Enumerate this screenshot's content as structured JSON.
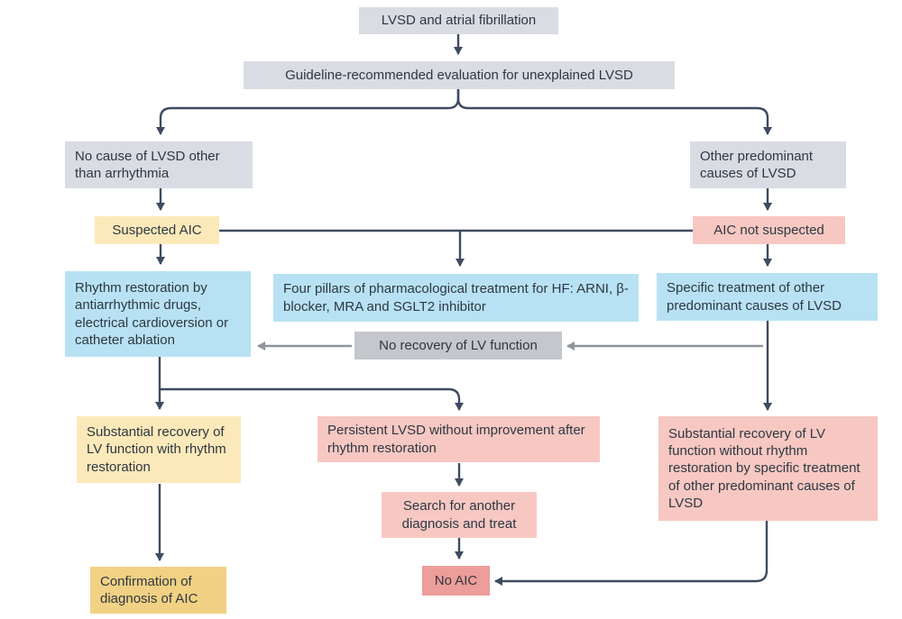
{
  "diagram_type": "flowchart",
  "colors": {
    "background": "#ffffff",
    "box_gray": "#d9dce2",
    "box_gray_dark": "#c5c7cd",
    "box_blue": "#b8e2f4",
    "box_yellow": "#fce9ba",
    "box_gold": "#f1d183",
    "box_pink": "#f7c8c2",
    "box_pink_dark": "#ed9d9a",
    "arrow_dark": "#3e4b61",
    "arrow_gray": "#8f949c",
    "text": "#2e3742"
  },
  "nodes": {
    "top1": {
      "label": "LVSD and atrial fibrillation",
      "color": "gray"
    },
    "top2": {
      "label": "Guideline-recommended evaluation for unexplained LVSD",
      "color": "gray"
    },
    "no_cause": {
      "label": "No cause of LVSD other than arrhythmia",
      "color": "gray"
    },
    "other_causes": {
      "label": "Other predominant causes of LVSD",
      "color": "gray"
    },
    "suspected_aic": {
      "label": "Suspected AIC",
      "color": "yellow"
    },
    "aic_not_suspected": {
      "label": "AIC not suspected",
      "color": "pink"
    },
    "rhythm_restoration": {
      "label": "Rhythm restoration by antiarrhythmic drugs, electrical cardioversion or catheter ablation",
      "color": "blue"
    },
    "four_pillars": {
      "label": "Four pillars of pharmacological treatment for HF: ARNI, β-blocker, MRA and SGLT2 inhibitor",
      "color": "blue"
    },
    "specific_treatment": {
      "label": "Specific treatment of other predominant causes of LVSD",
      "color": "blue"
    },
    "no_recovery": {
      "label": "No recovery of LV function",
      "color": "gray_dark"
    },
    "substantial_recovery_rhythm": {
      "label": "Substantial recovery of LV function with rhythm restoration",
      "color": "yellow"
    },
    "persistent_lvsd": {
      "label": "Persistent LVSD without improvement after rhythm restoration",
      "color": "pink"
    },
    "substantial_recovery_specific": {
      "label": "Substantial recovery of LV function without rhythm restoration by specific treatment of other predominant causes of LVSD",
      "color": "pink"
    },
    "search_another": {
      "label": "Search for another diagnosis and treat",
      "color": "pink"
    },
    "confirmation": {
      "label": "Confirmation of diagnosis of AIC",
      "color": "gold"
    },
    "no_aic": {
      "label": "No AIC",
      "color": "pink_dark"
    }
  }
}
